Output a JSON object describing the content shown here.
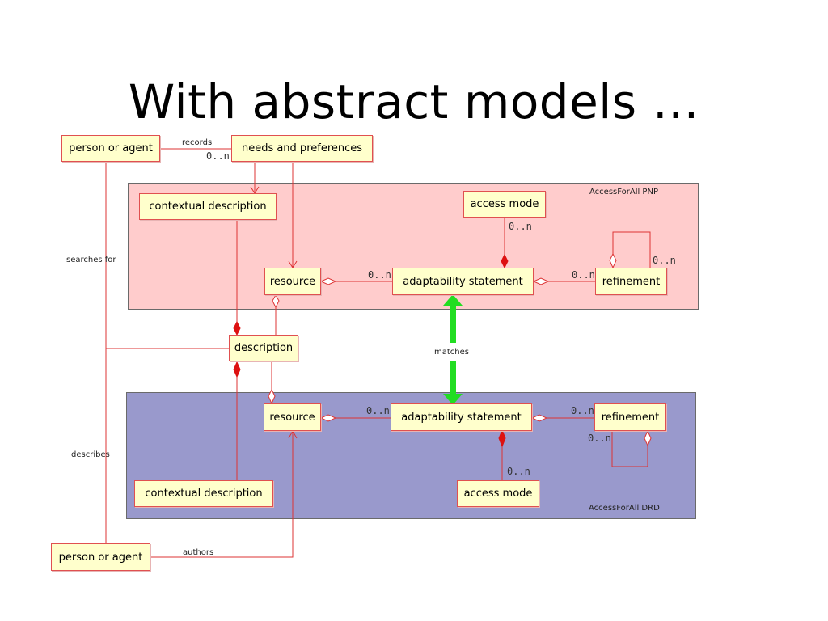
{
  "slide": {
    "title": "With abstract models …"
  },
  "regions": {
    "pnp_label": "AccessForAll PNP",
    "drd_label": "AccessForAll DRD"
  },
  "boxes": {
    "person_top": "person or agent",
    "needs": "needs and preferences",
    "ctx_top": "contextual description",
    "access_top": "access mode",
    "resource_top": "resource",
    "adapt_top": "adaptability statement",
    "refine_top": "refinement",
    "description": "description",
    "resource_bot": "resource",
    "adapt_bot": "adaptability statement",
    "refine_bot": "refinement",
    "access_bot": "access mode",
    "ctx_bot": "contextual description",
    "person_bot": "person or agent"
  },
  "labels": {
    "records": "records",
    "searches_for": "searches for",
    "matches": "matches",
    "describes": "describes",
    "authors": "authors"
  },
  "multiplicities": {
    "needs": "0..n",
    "access_top": "0..n",
    "resource_adapt_top": "0..n",
    "adapt_refine_top": "0..n",
    "refine_self_top": "0..n",
    "resource_adapt_bot": "0..n",
    "adapt_refine_bot": "0..n",
    "refine_self_bot": "0..n",
    "access_bot": "0..n"
  },
  "colors": {
    "pnp_fill": "#ffcccc",
    "drd_fill": "#9999cc",
    "box_fill": "#ffffcc",
    "line": "#dd3333",
    "matches": "#22dd22"
  }
}
